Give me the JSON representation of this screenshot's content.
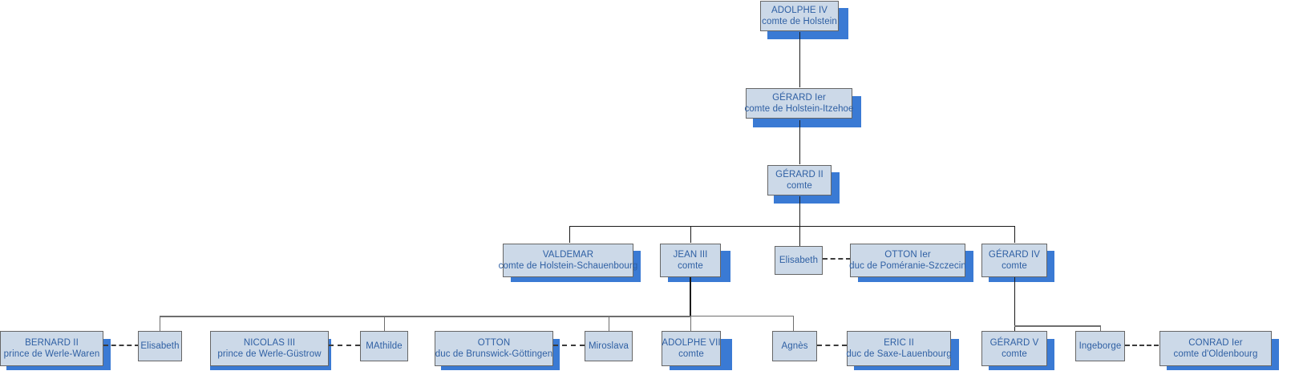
{
  "diagram": {
    "kind": "family-tree",
    "title_text": "",
    "colors": {
      "node_fill": "#ccd9e8",
      "node_border": "#666666",
      "node_text": "#2e5fa3",
      "node_shadow": "#3a7ad4",
      "connector": "#1a1a1a",
      "connector_gray": "#6e6e6e",
      "spouse_link": "#3b3b3b",
      "background": "#ffffff"
    },
    "generations": [
      {
        "level": 1,
        "nodes": [
          {
            "id": "adolphe4",
            "name": "ADOLPHE IV",
            "title": "comte de Holstein"
          }
        ]
      },
      {
        "level": 2,
        "nodes": [
          {
            "id": "gerard1",
            "name": "GÉRARD Ier",
            "title": "comte de Holstein-Itzehoe"
          }
        ]
      },
      {
        "level": 3,
        "nodes": [
          {
            "id": "gerard2",
            "name": "GÉRARD II",
            "title": "comte"
          }
        ]
      },
      {
        "level": 4,
        "nodes": [
          {
            "id": "valdemar",
            "name": "VALDEMAR",
            "title": "comte de Holstein-Schauenbourg"
          },
          {
            "id": "jean3",
            "name": "JEAN III",
            "title": "comte"
          },
          {
            "id": "elisabeth_g4",
            "name": "Elisabeth",
            "title": ""
          },
          {
            "id": "otton1",
            "name": "OTTON Ier",
            "title": "duc de Poméranie-Szczecin"
          },
          {
            "id": "gerard4",
            "name": "GÉRARD IV",
            "title": "comte"
          }
        ]
      },
      {
        "level": 5,
        "nodes": [
          {
            "id": "bernard2",
            "name": "BERNARD II",
            "title": "prince de Werle-Waren"
          },
          {
            "id": "elisabeth_g5",
            "name": "Elisabeth",
            "title": ""
          },
          {
            "id": "nicolas3",
            "name": "NICOLAS III",
            "title": "prince de Werle-Güstrow"
          },
          {
            "id": "mathilde",
            "name": "MAthilde",
            "title": ""
          },
          {
            "id": "otton",
            "name": "OTTON",
            "title": "duc de Brunswick-Göttingen"
          },
          {
            "id": "miroslava",
            "name": "Miroslava",
            "title": ""
          },
          {
            "id": "adolphe7",
            "name": "ADOLPHE VII",
            "title": "comte"
          },
          {
            "id": "agnes",
            "name": "Agnès",
            "title": ""
          },
          {
            "id": "eric2",
            "name": "ERIC II",
            "title": "duc de Saxe-Lauenbourg"
          },
          {
            "id": "gerard5",
            "name": "GÉRARD V",
            "title": "comte"
          },
          {
            "id": "ingeborge",
            "name": "Ingeborge",
            "title": ""
          },
          {
            "id": "conrad1",
            "name": "CONRAD Ier",
            "title": "comte d'Oldenbourg"
          }
        ]
      }
    ],
    "marriages": [
      {
        "left": "elisabeth_g4",
        "right": "otton1"
      },
      {
        "left": "bernard2",
        "right": "elisabeth_g5"
      },
      {
        "left": "nicolas3",
        "right": "mathilde"
      },
      {
        "left": "otton",
        "right": "miroslava"
      },
      {
        "left": "agnes",
        "right": "eric2"
      },
      {
        "left": "ingeborge",
        "right": "conrad1"
      }
    ],
    "parent_links": [
      {
        "parent": "adolphe4",
        "child": "gerard1"
      },
      {
        "parent": "gerard1",
        "child": "gerard2"
      },
      {
        "parent": "gerard2",
        "child": "valdemar"
      },
      {
        "parent": "gerard2",
        "child": "jean3"
      },
      {
        "parent": "gerard2",
        "child": "elisabeth_g4"
      },
      {
        "parent": "gerard2",
        "child": "gerard4"
      },
      {
        "parent": "jean3",
        "child": "elisabeth_g5"
      },
      {
        "parent": "jean3",
        "child": "mathilde"
      },
      {
        "parent": "jean3",
        "child": "miroslava"
      },
      {
        "parent": "jean3",
        "child": "adolphe7"
      },
      {
        "parent": "jean3",
        "child": "agnes"
      },
      {
        "parent": "gerard4",
        "child": "gerard5"
      },
      {
        "parent": "gerard4",
        "child": "ingeborge"
      }
    ]
  }
}
